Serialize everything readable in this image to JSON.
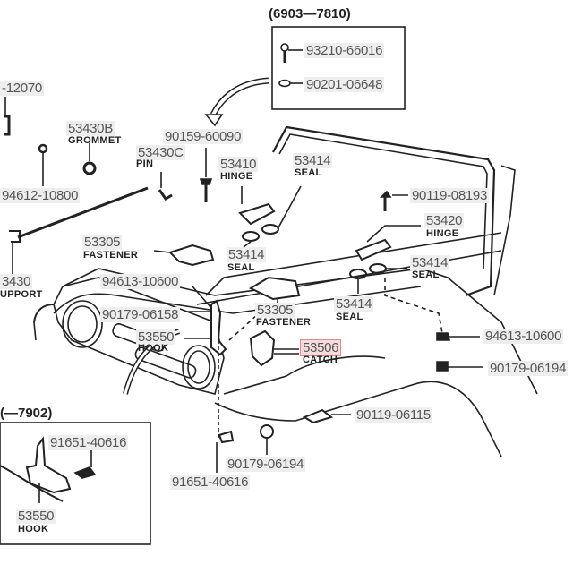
{
  "diagram": {
    "title": "Hood assembly parts diagram",
    "highlight_color": "#f6dcdc",
    "inset_top": {
      "range": "(6903—7810)",
      "parts": [
        "93210-66016",
        "90201-06648"
      ]
    },
    "inset_bottom": {
      "range": "(—7902)",
      "parts": [
        "91651-40616",
        "53550"
      ],
      "part_name": "HOOK"
    },
    "labels": [
      {
        "id": "p-12070",
        "number": "-12070",
        "name": ""
      },
      {
        "id": "p-53430b",
        "number": "53430B",
        "name": "GROMMET"
      },
      {
        "id": "p-94612",
        "number": "94612-10800",
        "name": ""
      },
      {
        "id": "p-53430c",
        "number": "53430C",
        "name": "PIN"
      },
      {
        "id": "p-90159",
        "number": "90159-60090",
        "name": ""
      },
      {
        "id": "p-53410",
        "number": "53410",
        "name": "HINGE"
      },
      {
        "id": "p-53414a",
        "number": "53414",
        "name": "SEAL"
      },
      {
        "id": "p-90119a",
        "number": "90119-08193",
        "name": ""
      },
      {
        "id": "p-53420",
        "number": "53420",
        "name": "HINGE"
      },
      {
        "id": "p-53305a",
        "number": "53305",
        "name": "FASTENER"
      },
      {
        "id": "p-53414b",
        "number": "53414",
        "name": "SEAL"
      },
      {
        "id": "p-53414c",
        "number": "53414",
        "name": "SEAL"
      },
      {
        "id": "p-3430",
        "number": "3430",
        "name": "UPPORT"
      },
      {
        "id": "p-94613a",
        "number": "94613-10600",
        "name": ""
      },
      {
        "id": "p-53305b",
        "number": "53305",
        "name": "FASTENER"
      },
      {
        "id": "p-53414d",
        "number": "53414",
        "name": "SEAL"
      },
      {
        "id": "p-90179a",
        "number": "90179-06158",
        "name": ""
      },
      {
        "id": "p-53550",
        "number": "53550",
        "name": "HOOK"
      },
      {
        "id": "p-53506",
        "number": "53506",
        "name": "CATCH"
      },
      {
        "id": "p-94613b",
        "number": "94613-10600",
        "name": ""
      },
      {
        "id": "p-90179b",
        "number": "90179-06194",
        "name": ""
      },
      {
        "id": "p-90119b",
        "number": "90119-06115",
        "name": ""
      },
      {
        "id": "p-90179c",
        "number": "90179-06194",
        "name": ""
      },
      {
        "id": "p-91651",
        "number": "91651-40616",
        "name": ""
      }
    ]
  }
}
